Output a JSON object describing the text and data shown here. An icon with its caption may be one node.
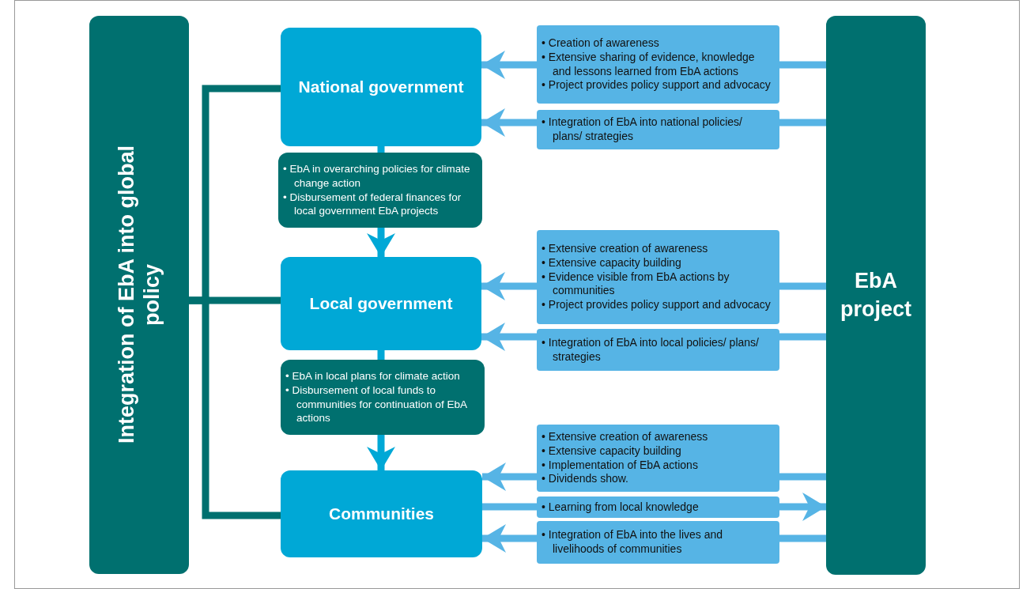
{
  "diagram": {
    "nodes": [
      {
        "text": [
          "Integration of EbA into global policy"
        ]
      },
      {
        "text": [
          "National government"
        ]
      },
      {
        "text": [
          "• EbA in overarching policies for climate change action",
          "• Disbursement of federal finances for local government EbA projects"
        ]
      },
      {
        "text": [
          "Local government"
        ]
      },
      {
        "text": [
          "• EbA in local plans for climate action",
          "• Disbursement of local funds to communities for continuation of EbA actions"
        ]
      },
      {
        "text": [
          "Communities"
        ]
      },
      {
        "text": [
          "EbA project"
        ]
      },
      {
        "text": [
          "• Creation of awareness",
          "• Extensive sharing of evidence, knowledge and lessons learned from EbA actions",
          "• Project provides policy support and advocacy"
        ]
      },
      {
        "text": [
          "• Integration of EbA into national policies/ plans/ strategies"
        ]
      },
      {
        "text": [
          "• Extensive creation of awareness",
          "• Extensive capacity building",
          "• Evidence visible from EbA actions by communities",
          "• Project provides policy support and advocacy"
        ]
      },
      {
        "text": [
          "• Integration of EbA into local policies/ plans/ strategies"
        ]
      },
      {
        "text": [
          "• Extensive creation of awareness",
          "• Extensive capacity building",
          "• Implementation of EbA actions",
          "• Dividends show."
        ]
      },
      {
        "text": [
          "• Learning from local knowledge"
        ]
      },
      {
        "text": [
          "• Integration of EbA into the lives and livelihoods of communities"
        ]
      }
    ],
    "edges": [
      {
        "from": 0,
        "to": 1,
        "arrow": "none",
        "color": "#00706f"
      },
      {
        "from": 0,
        "to": 3,
        "arrow": "none",
        "color": "#00706f"
      },
      {
        "from": 0,
        "to": 5,
        "arrow": "none",
        "color": "#00706f"
      },
      {
        "from": 1,
        "to": 2,
        "arrow": "none",
        "color": "#00a8d6"
      },
      {
        "from": 2,
        "to": 3,
        "arrow": "to",
        "color": "#00a8d6"
      },
      {
        "from": 3,
        "to": 4,
        "arrow": "none",
        "color": "#00a8d6"
      },
      {
        "from": 4,
        "to": 5,
        "arrow": "to",
        "color": "#00a8d6"
      },
      {
        "from": 6,
        "to": 7,
        "arrow": "none"
      },
      {
        "from": 7,
        "to": 1,
        "arrow": "to"
      },
      {
        "from": 6,
        "to": 8,
        "arrow": "none"
      },
      {
        "from": 8,
        "to": 1,
        "arrow": "to"
      },
      {
        "from": 6,
        "to": 9,
        "arrow": "none"
      },
      {
        "from": 9,
        "to": 3,
        "arrow": "to"
      },
      {
        "from": 6,
        "to": 10,
        "arrow": "none"
      },
      {
        "from": 10,
        "to": 3,
        "arrow": "to"
      },
      {
        "from": 6,
        "to": 11,
        "arrow": "none"
      },
      {
        "from": 11,
        "to": 5,
        "arrow": "to"
      },
      {
        "from": 5,
        "to": 12,
        "arrow": "none"
      },
      {
        "from": 12,
        "to": 6,
        "arrow": "to"
      },
      {
        "from": 6,
        "to": 13,
        "arrow": "none"
      },
      {
        "from": 13,
        "to": 5,
        "arrow": "to"
      }
    ]
  }
}
